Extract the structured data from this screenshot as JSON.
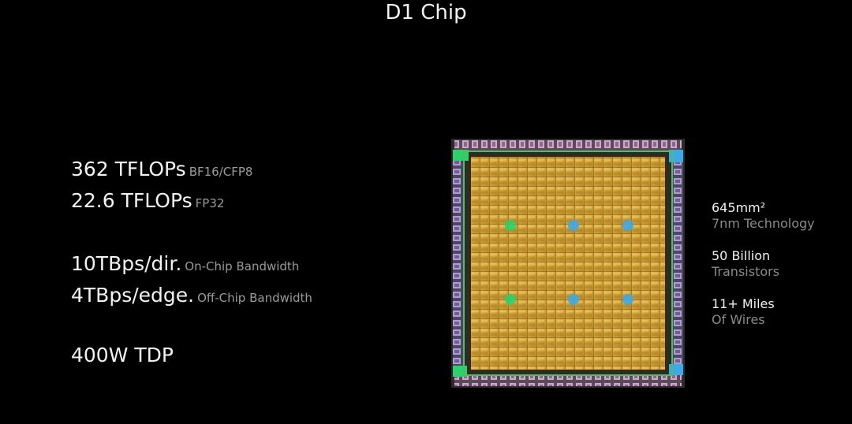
{
  "title": "D1 Chip",
  "specs": [
    {
      "value": "362 TFLOPs",
      "note": "BF16/CFP8"
    },
    {
      "value": "22.6 TFLOPs",
      "note": "FP32"
    },
    {
      "value": "10TBps/dir.",
      "note": "On-Chip Bandwidth"
    },
    {
      "value": "4TBps/edge.",
      "note": "Off-Chip Bandwidth"
    },
    {
      "value": "400W TDP",
      "note": ""
    }
  ],
  "stats": [
    {
      "value": "645mm²",
      "sub": "7nm Technology"
    },
    {
      "value": "50 Billion",
      "sub": "Transistors"
    },
    {
      "value": "11+ Miles",
      "sub": "Of Wires"
    }
  ],
  "colors": {
    "background": "#000000",
    "die_gold": "#d8a93a",
    "io_pink": "#c9a0c6",
    "accent_green": "#2bd26b",
    "accent_blue": "#3fa9e6"
  }
}
